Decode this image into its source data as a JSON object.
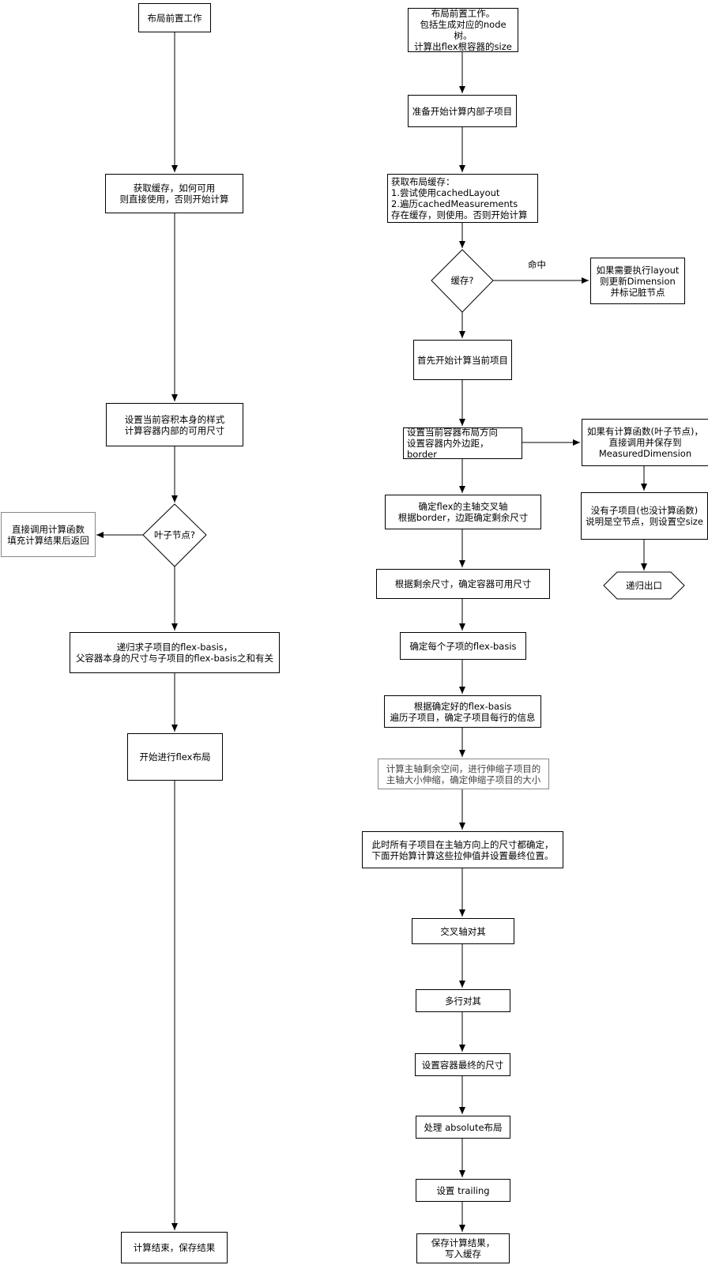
{
  "left": {
    "n1": "布局前置工作",
    "n2": "获取缓存，如何可用\n则直接使用，否则开始计算",
    "n3": "设置当前容积本身的样式\n计算容器内部的可用尺寸",
    "n4": "叶子节点?",
    "n5": "直接调用计算函数\n填充计算结果后返回",
    "n6": "递归求子项目的flex-basis，\n父容器本身的尺寸与子项目的flex-basis之和有关",
    "n7": "开始进行flex布局",
    "n8": "计算结束，保存结果"
  },
  "right": {
    "r1": "布局前置工作。\n包括生成对应的node树。\n计算出flex根容器的size",
    "r2": "准备开始计算内部子项目",
    "r3": "获取布局缓存：\n1.尝试使用cachedLayout\n2.遍历cachedMeasurements\n存在缓存，则使用。否则开始计算",
    "r4": "缓存?",
    "r4_edge": "命中",
    "r5": "如果需要执行layout\n则更新Dimension\n并标记脏节点",
    "r6": "首先开始计算当前项目",
    "r7": "设置当前容器布局方向\n设置容器内外边距，border",
    "r8": "如果有计算函数(叶子节点)，\n直接调用并保存到\nMeasuredDimension",
    "r9": "没有子项目(也没计算函数)\n说明是空节点，则设置空size",
    "r10": "递归出口",
    "r11": "确定flex的主轴交叉轴\n根据border，边距确定剩余尺寸",
    "r12": "根据剩余尺寸，确定容器可用尺寸",
    "r13": "确定每个子项的flex-basis",
    "r14": "根据确定好的flex-basis\n遍历子项目，确定子项目每行的信息",
    "r15": "计算主轴剩余空间，进行伸缩子项目的\n主轴大小伸缩，确定伸缩子项目的大小",
    "r16": "此时所有子项目在主轴方向上的尺寸都确定，\n下面开始算计算这些拉伸值并设置最终位置。",
    "r17": "交叉轴对其",
    "r18": "多行对其",
    "r19": "设置容器最终的尺寸",
    "r20": "处理 absolute布局",
    "r21": "设置 trailing",
    "r22": "保存计算结果，\n写入缓存"
  }
}
